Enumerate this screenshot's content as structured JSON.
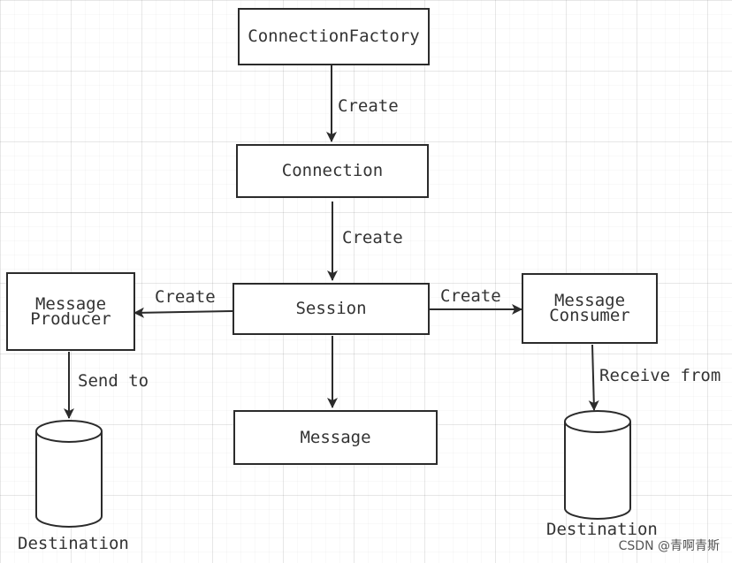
{
  "nodes": {
    "connection_factory": "ConnectionFactory",
    "connection": "Connection",
    "session": "Session",
    "message_producer": "Message\nProducer",
    "message_consumer": "Message\nConsumer",
    "message": "Message"
  },
  "edges": {
    "factory_to_connection": "Create",
    "connection_to_session": "Create",
    "session_to_producer": "Create",
    "session_to_consumer": "Create",
    "producer_to_destination": "Send to",
    "consumer_to_destination": "Receive from"
  },
  "destinations": {
    "left": "Destination",
    "right": "Destination"
  },
  "watermark": "CSDN @青啊青斯",
  "colors": {
    "stroke": "#2b2b2b",
    "text": "#333333",
    "background": "#ffffff"
  }
}
